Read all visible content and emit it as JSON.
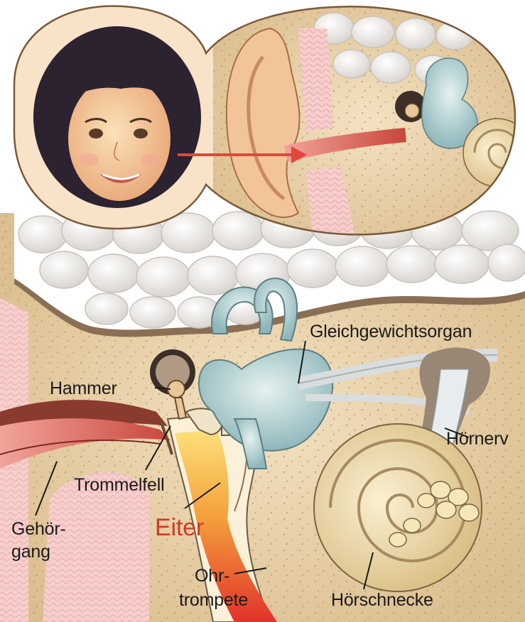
{
  "labels": {
    "gleichgewichtsorgan": "Gleichgewichtsorgan",
    "hammer": "Hammer",
    "hoernerv": "Hörnerv",
    "trommelfell": "Trommelfell",
    "eiter": "Eiter",
    "gehoergang_line1": "Gehör-",
    "gehoergang_line2": "gang",
    "ohrtrompete_line1": "Ohr-",
    "ohrtrompete_line2": "trompete",
    "hoerschnecke": "Hörschnecke"
  },
  "colors": {
    "label_text": "#1a1a1a",
    "pus_label": "#d23a28",
    "arrow": "#e0483a",
    "bone": "#ecd6b0",
    "skin": "#f2c08f",
    "canal_red": "#d9564a",
    "inner_ear_blue": "#bcd6d8",
    "cochlea": "#efdcae"
  },
  "icons": [
    "child-portrait",
    "outer-ear",
    "red-arrow-icon"
  ]
}
